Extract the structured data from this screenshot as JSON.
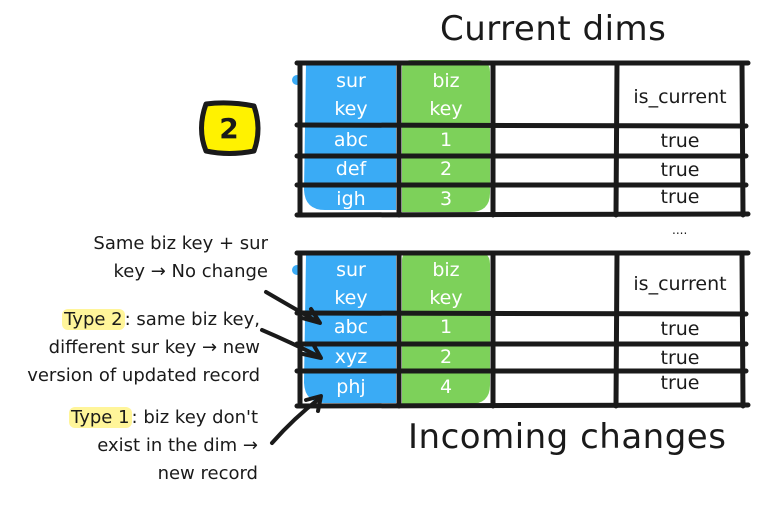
{
  "titles": {
    "current": "Current dims",
    "incoming": "Incoming changes"
  },
  "badge": "2",
  "ellipsis": "....",
  "current_table": {
    "header": {
      "sur_key": [
        "sur",
        "key"
      ],
      "biz_key": [
        "biz",
        "key"
      ],
      "is_current": "is_current"
    },
    "rows": [
      {
        "sur_key": "abc",
        "biz_key": "1",
        "is_current": "true"
      },
      {
        "sur_key": "def",
        "biz_key": "2",
        "is_current": "true"
      },
      {
        "sur_key": "igh",
        "biz_key": "3",
        "is_current": "true"
      }
    ]
  },
  "incoming_table": {
    "header": {
      "sur_key": [
        "sur",
        "key"
      ],
      "biz_key": [
        "biz",
        "key"
      ],
      "is_current": "is_current"
    },
    "rows": [
      {
        "sur_key": "abc",
        "biz_key": "1",
        "is_current": "true"
      },
      {
        "sur_key": "xyz",
        "biz_key": "2",
        "is_current": "true"
      },
      {
        "sur_key": "phj",
        "biz_key": "4",
        "is_current": "true"
      }
    ]
  },
  "notes": {
    "no_change": {
      "line1": "Same biz key + sur",
      "line2": "key → No change"
    },
    "type2": {
      "tag": "Type 2",
      "rest1": ": same biz key,",
      "line2": "different sur key → new",
      "line3": "version of updated record"
    },
    "type1": {
      "tag": "Type 1",
      "rest1": ": biz key don't",
      "line2": "exist in the dim →",
      "line3": "new record"
    }
  },
  "colors": {
    "sur_key_fill": "#3aabf5",
    "biz_key_fill": "#7dd15a",
    "badge_fill": "#fff200",
    "highlight": "#fff59a",
    "ink": "#1a1a1a"
  }
}
